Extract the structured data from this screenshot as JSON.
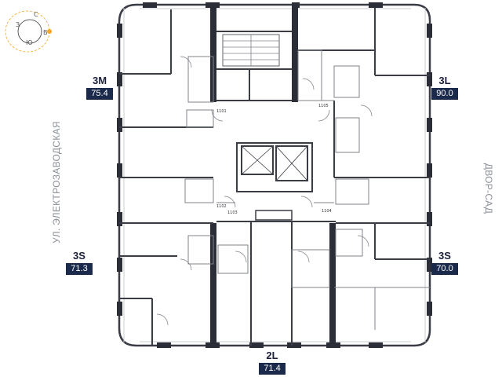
{
  "compass": {
    "north": "С",
    "west": "З",
    "east": "В",
    "south": "Ю",
    "sun_color": "#f5a623",
    "icon": "compass-icon"
  },
  "labels": {
    "street": "УЛ. ЭЛЕКТРОЗАВОДСКАЯ",
    "yard": "ДВОР-САД"
  },
  "apartments": [
    {
      "id": "3m",
      "type": "3M",
      "area": "75.4"
    },
    {
      "id": "3l",
      "type": "3L",
      "area": "90.0"
    },
    {
      "id": "3s-left",
      "type": "3S",
      "area": "71.3"
    },
    {
      "id": "3s-right",
      "type": "3S",
      "area": "70.0"
    },
    {
      "id": "2l",
      "type": "2L",
      "area": "71.4"
    }
  ],
  "flat_numbers": [
    "1101",
    "1105",
    "1102",
    "1103",
    "1104"
  ],
  "colors": {
    "wall": "#3a3d45",
    "column": "#2b2e36",
    "partition": "#7f838a",
    "badge_bg": "#1b2a4a",
    "badge_text": "#ffffff",
    "label": "#8a8f99"
  }
}
